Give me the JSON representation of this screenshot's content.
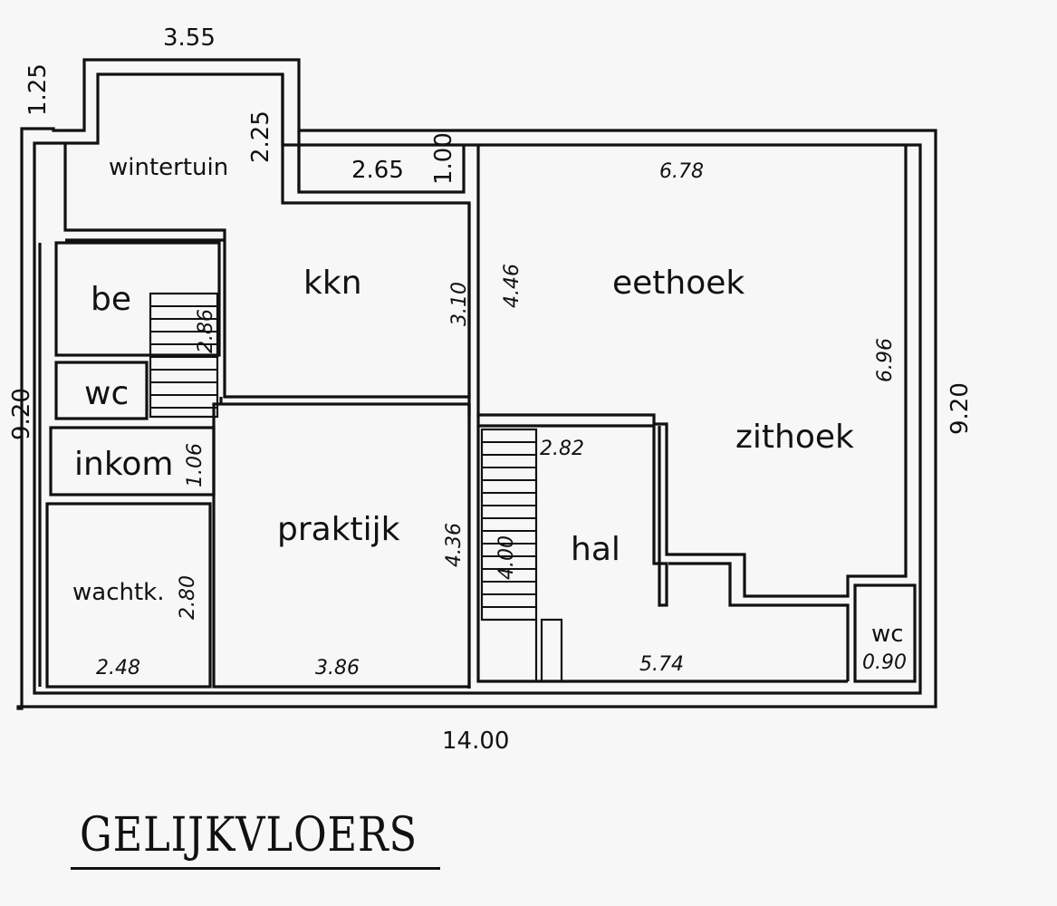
{
  "title": "GELIJKVLOERS",
  "rooms": {
    "wintertuin": "wintertuin",
    "kkn": "kkn",
    "eethoek": "eethoek",
    "zithoek": "zithoek",
    "be": "be",
    "wc_left": "wc",
    "inkom": "inkom",
    "praktijk": "praktijk",
    "hal": "hal",
    "wachtk": "wachtk.",
    "wc_right": "wc"
  },
  "dimensions": {
    "top_width": "3.55",
    "top_left_height": "1.25",
    "wintertuin_height": "2.25",
    "terrace_width": "2.65",
    "terrace_depth": "1.00",
    "eethoek_width": "6.78",
    "kkn_height": "3.10",
    "eethoek_left_height": "4.46",
    "stair_left_height": "2.86",
    "eethoek_right_height": "6.96",
    "left_total_height": "9.20",
    "right_total_height": "9.20",
    "inkom_height": "1.06",
    "hal_stair_width": "2.82",
    "praktijk_height": "4.36",
    "hal_stair_height": "4.00",
    "wachtk_height": "2.80",
    "wachtk_width": "2.48",
    "praktijk_width": "3.86",
    "hal_width": "5.74",
    "wc_right_width": "0.90",
    "total_width": "14.00"
  }
}
